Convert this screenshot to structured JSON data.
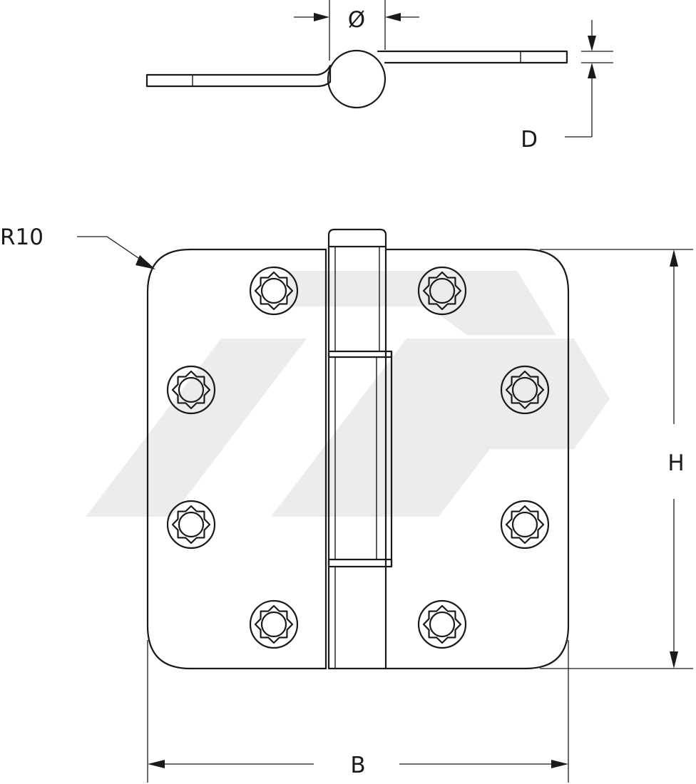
{
  "diagram": {
    "labels": {
      "diameter": "Ø",
      "thickness": "D",
      "radius": "R10",
      "height": "H",
      "width": "B"
    },
    "screw_hole_count": 8,
    "colors": {
      "line": "#1a1a1a",
      "watermark": "#ececec",
      "background": "#ffffff"
    }
  }
}
